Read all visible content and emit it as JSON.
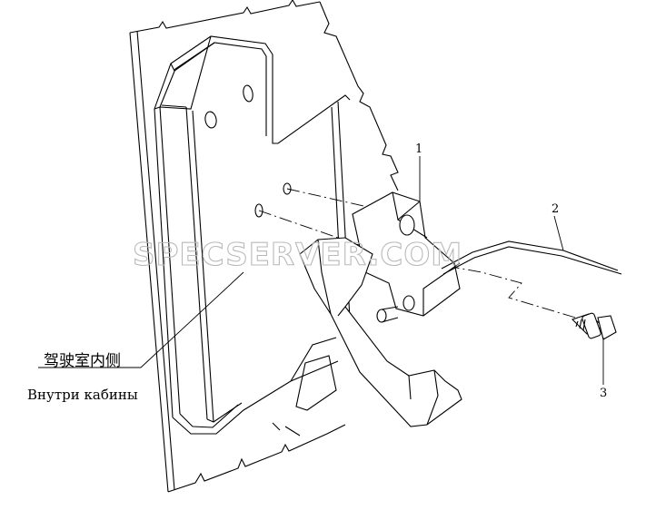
{
  "labels": {
    "callout_1": "1",
    "callout_2": "2",
    "callout_3": "3",
    "cab_inside_cn": "驾驶室内侧",
    "cab_inside_ru": "Внутри кабины"
  },
  "watermark": "SPECSERVER.COM",
  "colors": {
    "line": "#000000",
    "watermark": "#b9b9b9",
    "background": "#ffffff"
  }
}
